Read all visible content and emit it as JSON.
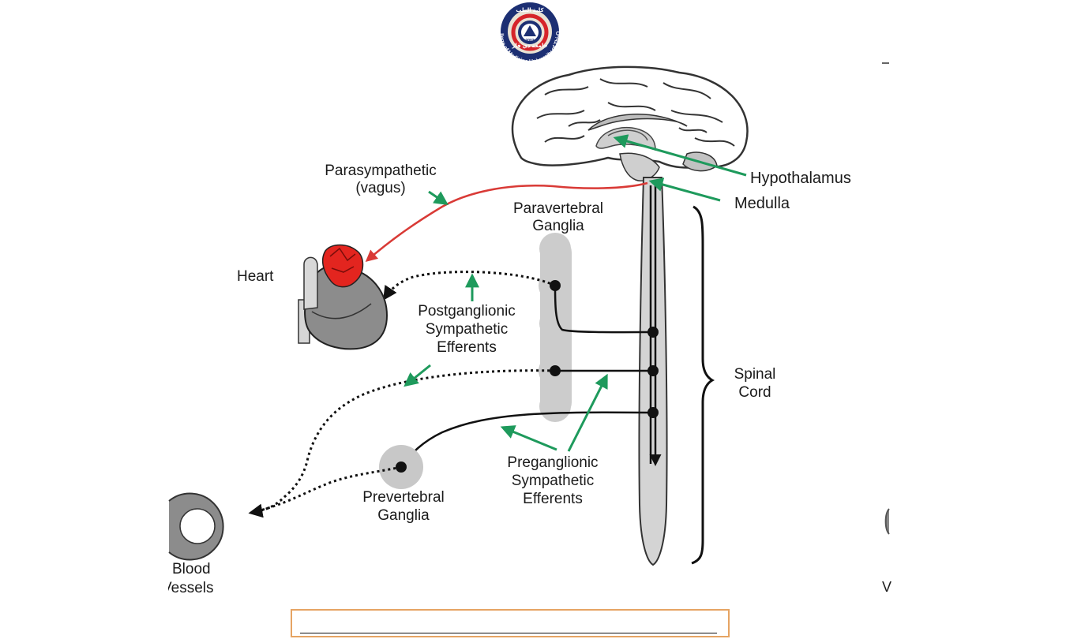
{
  "logo": {
    "arabic_name": "كلية الطب",
    "university_ar": "جامعة ذي قار",
    "ring_text": "College of Medicine University of Thi-Qar",
    "year": "2002",
    "colors": {
      "navy": "#1c2f73",
      "red": "#d6242a",
      "cream": "#e8e2d4"
    }
  },
  "diagram": {
    "labels": {
      "parasympathetic": [
        "Parasympathetic",
        "(vagus)"
      ],
      "hypothalamus": "Hypothalamus",
      "medulla": "Medulla",
      "paravertebral": [
        "Paravertebral",
        "Ganglia"
      ],
      "heart": "Heart",
      "postganglionic": [
        "Postganglionic",
        "Sympathetic",
        "Efferents"
      ],
      "spinal_cord": [
        "Spinal",
        "Cord"
      ],
      "preganglionic": [
        "Preganglionic",
        "Sympathetic",
        "Efferents"
      ],
      "prevertebral": [
        "Prevertebral",
        "Ganglia"
      ],
      "blood_vessels": [
        "Blood",
        "Vessels"
      ]
    },
    "colors": {
      "vagus_red": "#d93a36",
      "arrow_green": "#1e9a5c",
      "tissue_gray": "#c8c8c8",
      "organ_dark_gray": "#8a8a8a",
      "heart_red": "#e3251f"
    }
  },
  "footer_box": {
    "text": "",
    "border_color": "#e6a463"
  }
}
